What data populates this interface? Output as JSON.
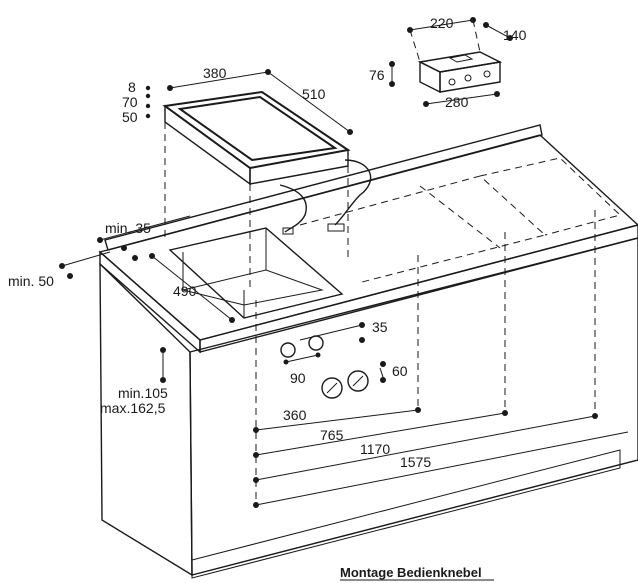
{
  "labels": {
    "d220": "220",
    "d140": "140",
    "d76": "76",
    "d280": "280",
    "d380": "380",
    "d510": "510",
    "d8": "8",
    "d70": "70",
    "d50": "50",
    "min35": "min. 35",
    "min50": "min. 50",
    "d490": "490",
    "d35": "35",
    "d90": "90",
    "d60": "60",
    "min105": "min.105",
    "max162": "max.162,5",
    "d360": "360",
    "d765": "765",
    "d1170": "1170",
    "d1575": "1575"
  },
  "caption": "Montage Bedienknebel"
}
